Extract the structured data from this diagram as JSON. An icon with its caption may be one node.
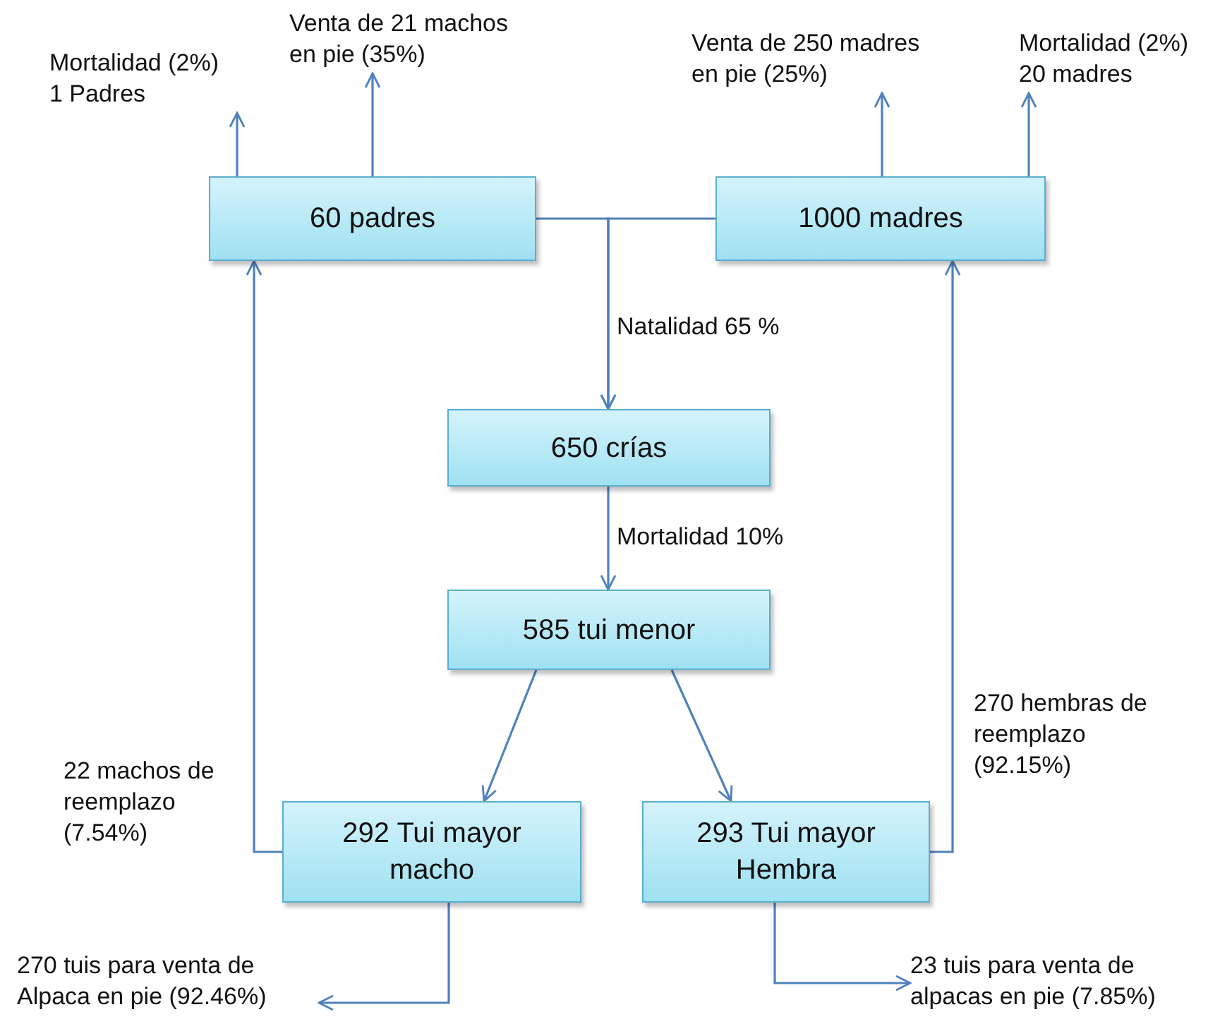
{
  "diagram": {
    "nodes": [
      {
        "text": [
          "60 padres"
        ]
      },
      {
        "text": [
          "1000 madres"
        ]
      },
      {
        "text": [
          "650 crías"
        ]
      },
      {
        "text": [
          "585 tui menor"
        ]
      },
      {
        "text": [
          "292 Tui mayor macho"
        ]
      },
      {
        "text": [
          "293 Tui mayor Hembra"
        ]
      },
      {
        "text": [
          "Mortalidad (2%) 1 Padres"
        ]
      },
      {
        "text": [
          "Venta de 21 machos en pie (35%)"
        ]
      },
      {
        "text": [
          "Venta de 250 madres en pie (25%)"
        ]
      },
      {
        "text": [
          "Mortalidad (2%) 20 madres"
        ]
      },
      {
        "text": [
          "270 tuis para venta de Alpaca en pie (92.46%)"
        ]
      },
      {
        "text": [
          "23 tuis para venta de alpacas en pie (7.85%)"
        ]
      }
    ],
    "edges": [
      {
        "from": 0,
        "to": 6,
        "arrow": "to"
      },
      {
        "from": 0,
        "to": 7,
        "arrow": "to"
      },
      {
        "from": 1,
        "to": 8,
        "arrow": "to"
      },
      {
        "from": 1,
        "to": 9,
        "arrow": "to"
      },
      {
        "from": 0,
        "to": 2,
        "arrow": "to",
        "label": "Natalidad 65 %"
      },
      {
        "from": 1,
        "to": 2,
        "arrow": "to"
      },
      {
        "from": 2,
        "to": 3,
        "arrow": "to",
        "label": "Mortalidad 10%"
      },
      {
        "from": 3,
        "to": 4,
        "arrow": "to"
      },
      {
        "from": 3,
        "to": 5,
        "arrow": "to"
      },
      {
        "from": 4,
        "to": 0,
        "arrow": "to",
        "label": "22 machos de reemplazo (7.54%)"
      },
      {
        "from": 5,
        "to": 1,
        "arrow": "to",
        "label": "270 hembras de reemplazo (92.15%)"
      },
      {
        "from": 4,
        "to": 10,
        "arrow": "to"
      },
      {
        "from": 5,
        "to": 11,
        "arrow": "to"
      }
    ]
  }
}
